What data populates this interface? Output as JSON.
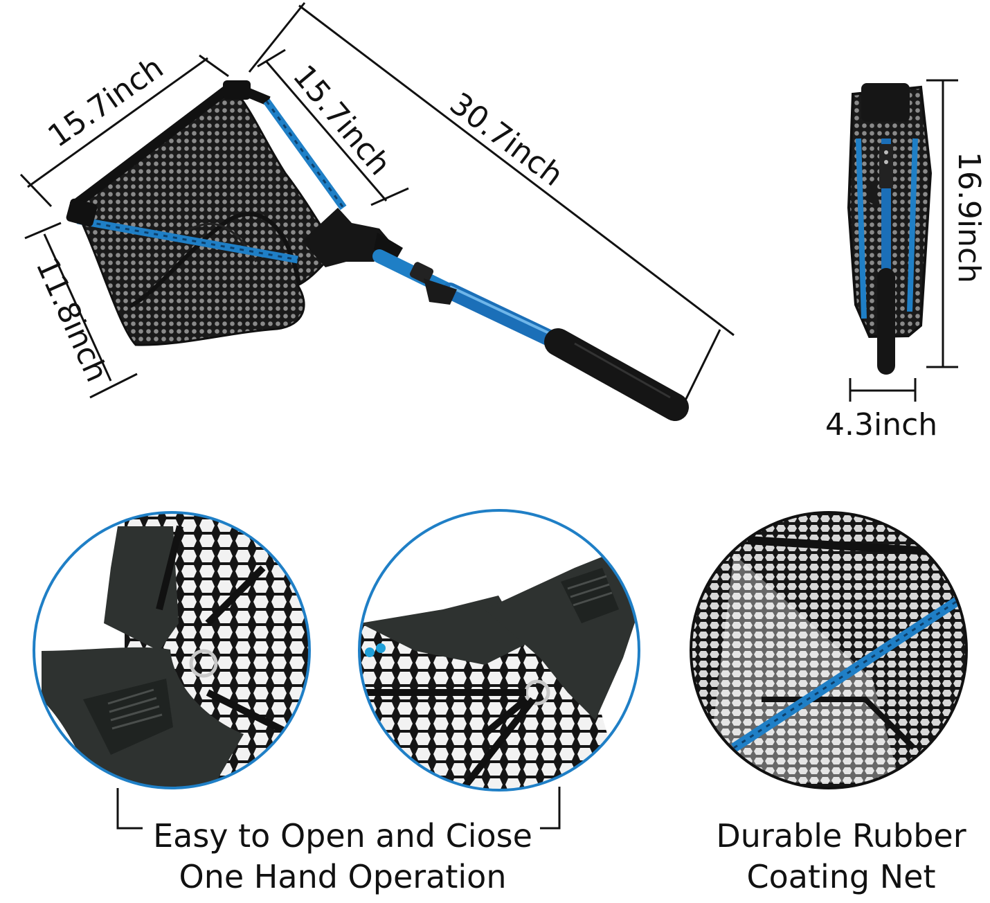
{
  "dimensions": {
    "hoop_top": "15.7inch",
    "hoop_side": "15.7inch",
    "total_length": "30.7inch",
    "hoop_depth": "11.8inch",
    "folded_height": "16.9inch",
    "folded_width": "4.3inch"
  },
  "captions": {
    "feature_1_line_1": "Easy to Open and Ciose",
    "feature_1_line_2": "One Hand Operation",
    "feature_2_line_1": "Durable Rubber",
    "feature_2_line_2": "Coating Net"
  },
  "colors": {
    "accent_blue": "#1f7fc6",
    "handle_blue": "#1b6fb8",
    "rubber_black": "#151515",
    "bracket_gray": "#2e3230"
  }
}
